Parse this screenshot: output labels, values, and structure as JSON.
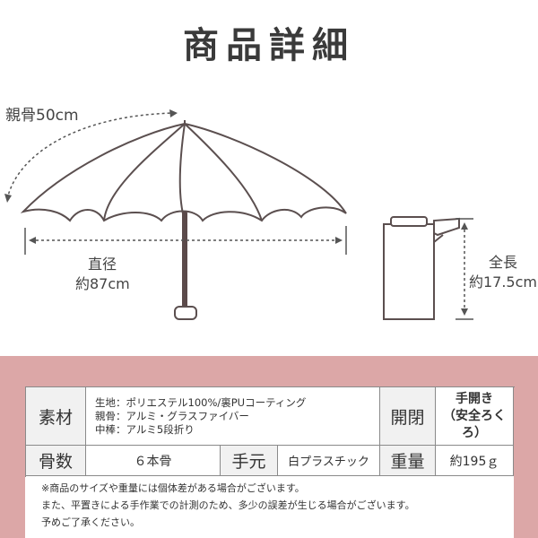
{
  "page": {
    "title": "商品詳細"
  },
  "dimensions": {
    "rib_label": "親骨50cm",
    "diameter_label": "直径",
    "diameter_value": "約87cm",
    "length_label": "全長",
    "length_value": "約17.5cm"
  },
  "spec_table": {
    "material": {
      "label": "素材",
      "lines": [
        "生地：ポリエステル100%/裏PUコーティング",
        "親骨：アルミ・グラスファイバー",
        "中棒：アルミ5段折り"
      ]
    },
    "opening": {
      "label": "開閉",
      "value_line1": "手開き",
      "value_line2": "（安全ろくろ）"
    },
    "ribs": {
      "label": "骨数",
      "value": "６本骨"
    },
    "handle": {
      "label": "手元",
      "value": "白プラスチック"
    },
    "weight": {
      "label": "重量",
      "value": "約195ｇ"
    }
  },
  "notes": [
    "※商品のサイズや重量には個体差がある場合がございます。",
    "また、平置きによる手作業での計測のため、多少の誤差が生じる場合がございます。",
    "予めご了承ください。"
  ],
  "colors": {
    "band": "#dca7a7",
    "header_cell": "#f1f1f1",
    "text": "#333333"
  }
}
